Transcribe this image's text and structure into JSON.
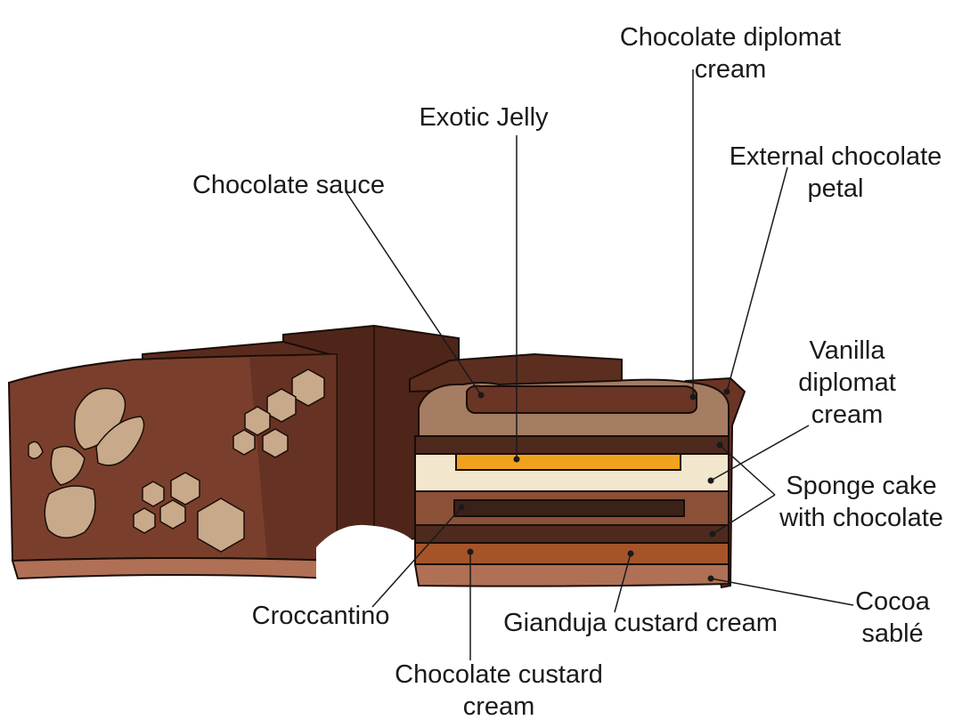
{
  "colors": {
    "outer_shell": "#6b3526",
    "outer_shell_dark": "#4a2218",
    "sable_base": "#b07055",
    "decoration": "#c8a98a",
    "sponge": "#4e2a1e",
    "vanilla_cream": "#f2e6cc",
    "exotic_jelly": "#f0a21e",
    "diplomat_cream": "#a57d62",
    "gianduja": "#a5542a",
    "croccantino": "#3b2218",
    "leader_line": "#1a1a1a"
  },
  "labels": {
    "chocolate_diplomat_cream": [
      "Chocolate diplomat",
      "cream"
    ],
    "exotic_jelly": [
      "Exotic Jelly"
    ],
    "external_petal": [
      "External chocolate",
      "petal"
    ],
    "chocolate_sauce": [
      "Chocolate sauce"
    ],
    "vanilla_diplomat_cream": [
      "Vanilla",
      "diplomat",
      "cream"
    ],
    "sponge_cake": [
      "Sponge cake",
      "with chocolate"
    ],
    "croccantino": [
      "Croccantino"
    ],
    "gianduja_custard": [
      "Gianduja custard cream"
    ],
    "cocoa_sable": [
      "Cocoa",
      "sablé"
    ],
    "chocolate_custard": [
      "Chocolate custard",
      "cream"
    ]
  }
}
